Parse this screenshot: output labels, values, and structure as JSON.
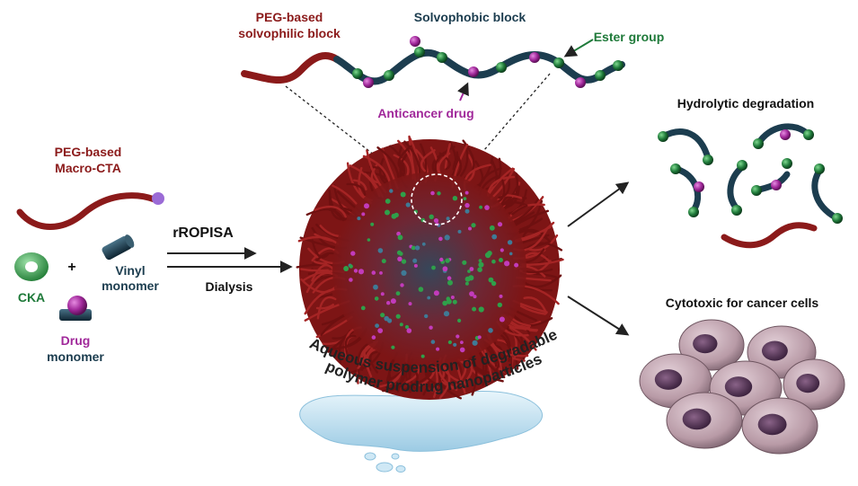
{
  "colors": {
    "peg": "#8b1a1a",
    "solvophobic": "#1c3d4f",
    "ester": "#1f7a3a",
    "drug": "#a0289a",
    "text_dark": "#111111",
    "water": "#bfe0f1",
    "cell": "#b89aa6",
    "nucleus": "#5a3a58"
  },
  "top_chain": {
    "peg_label_line1": "PEG-based",
    "peg_label_line2": "solvophilic block",
    "solvophobic_label": "Solvophobic block",
    "ester_label": "Ester group",
    "drug_label": "Anticancer drug"
  },
  "left_reagents": {
    "macro_cta_line1": "PEG-based",
    "macro_cta_line2": "Macro-CTA",
    "plus": "+",
    "cka": "CKA",
    "vinyl_line1": "Vinyl",
    "vinyl_line2": "monomer",
    "drug_line1": "Drug",
    "drug_line2": "monomer"
  },
  "process": {
    "step1": "rROPISA",
    "step2": "Dialysis"
  },
  "nanoparticle": {
    "caption_line1": "Aqueous suspension of degradable",
    "caption_line2": "polymer prodrug nanoparticles"
  },
  "outcomes": {
    "degradation_title": "Hydrolytic degradation",
    "cytotoxic_title": "Cytotoxic for cancer cells"
  },
  "icons": [
    "arrow-icon",
    "torus-icon",
    "cylinder-icon",
    "sphere-icon",
    "water-puddle-icon",
    "cancer-cell-icon"
  ]
}
